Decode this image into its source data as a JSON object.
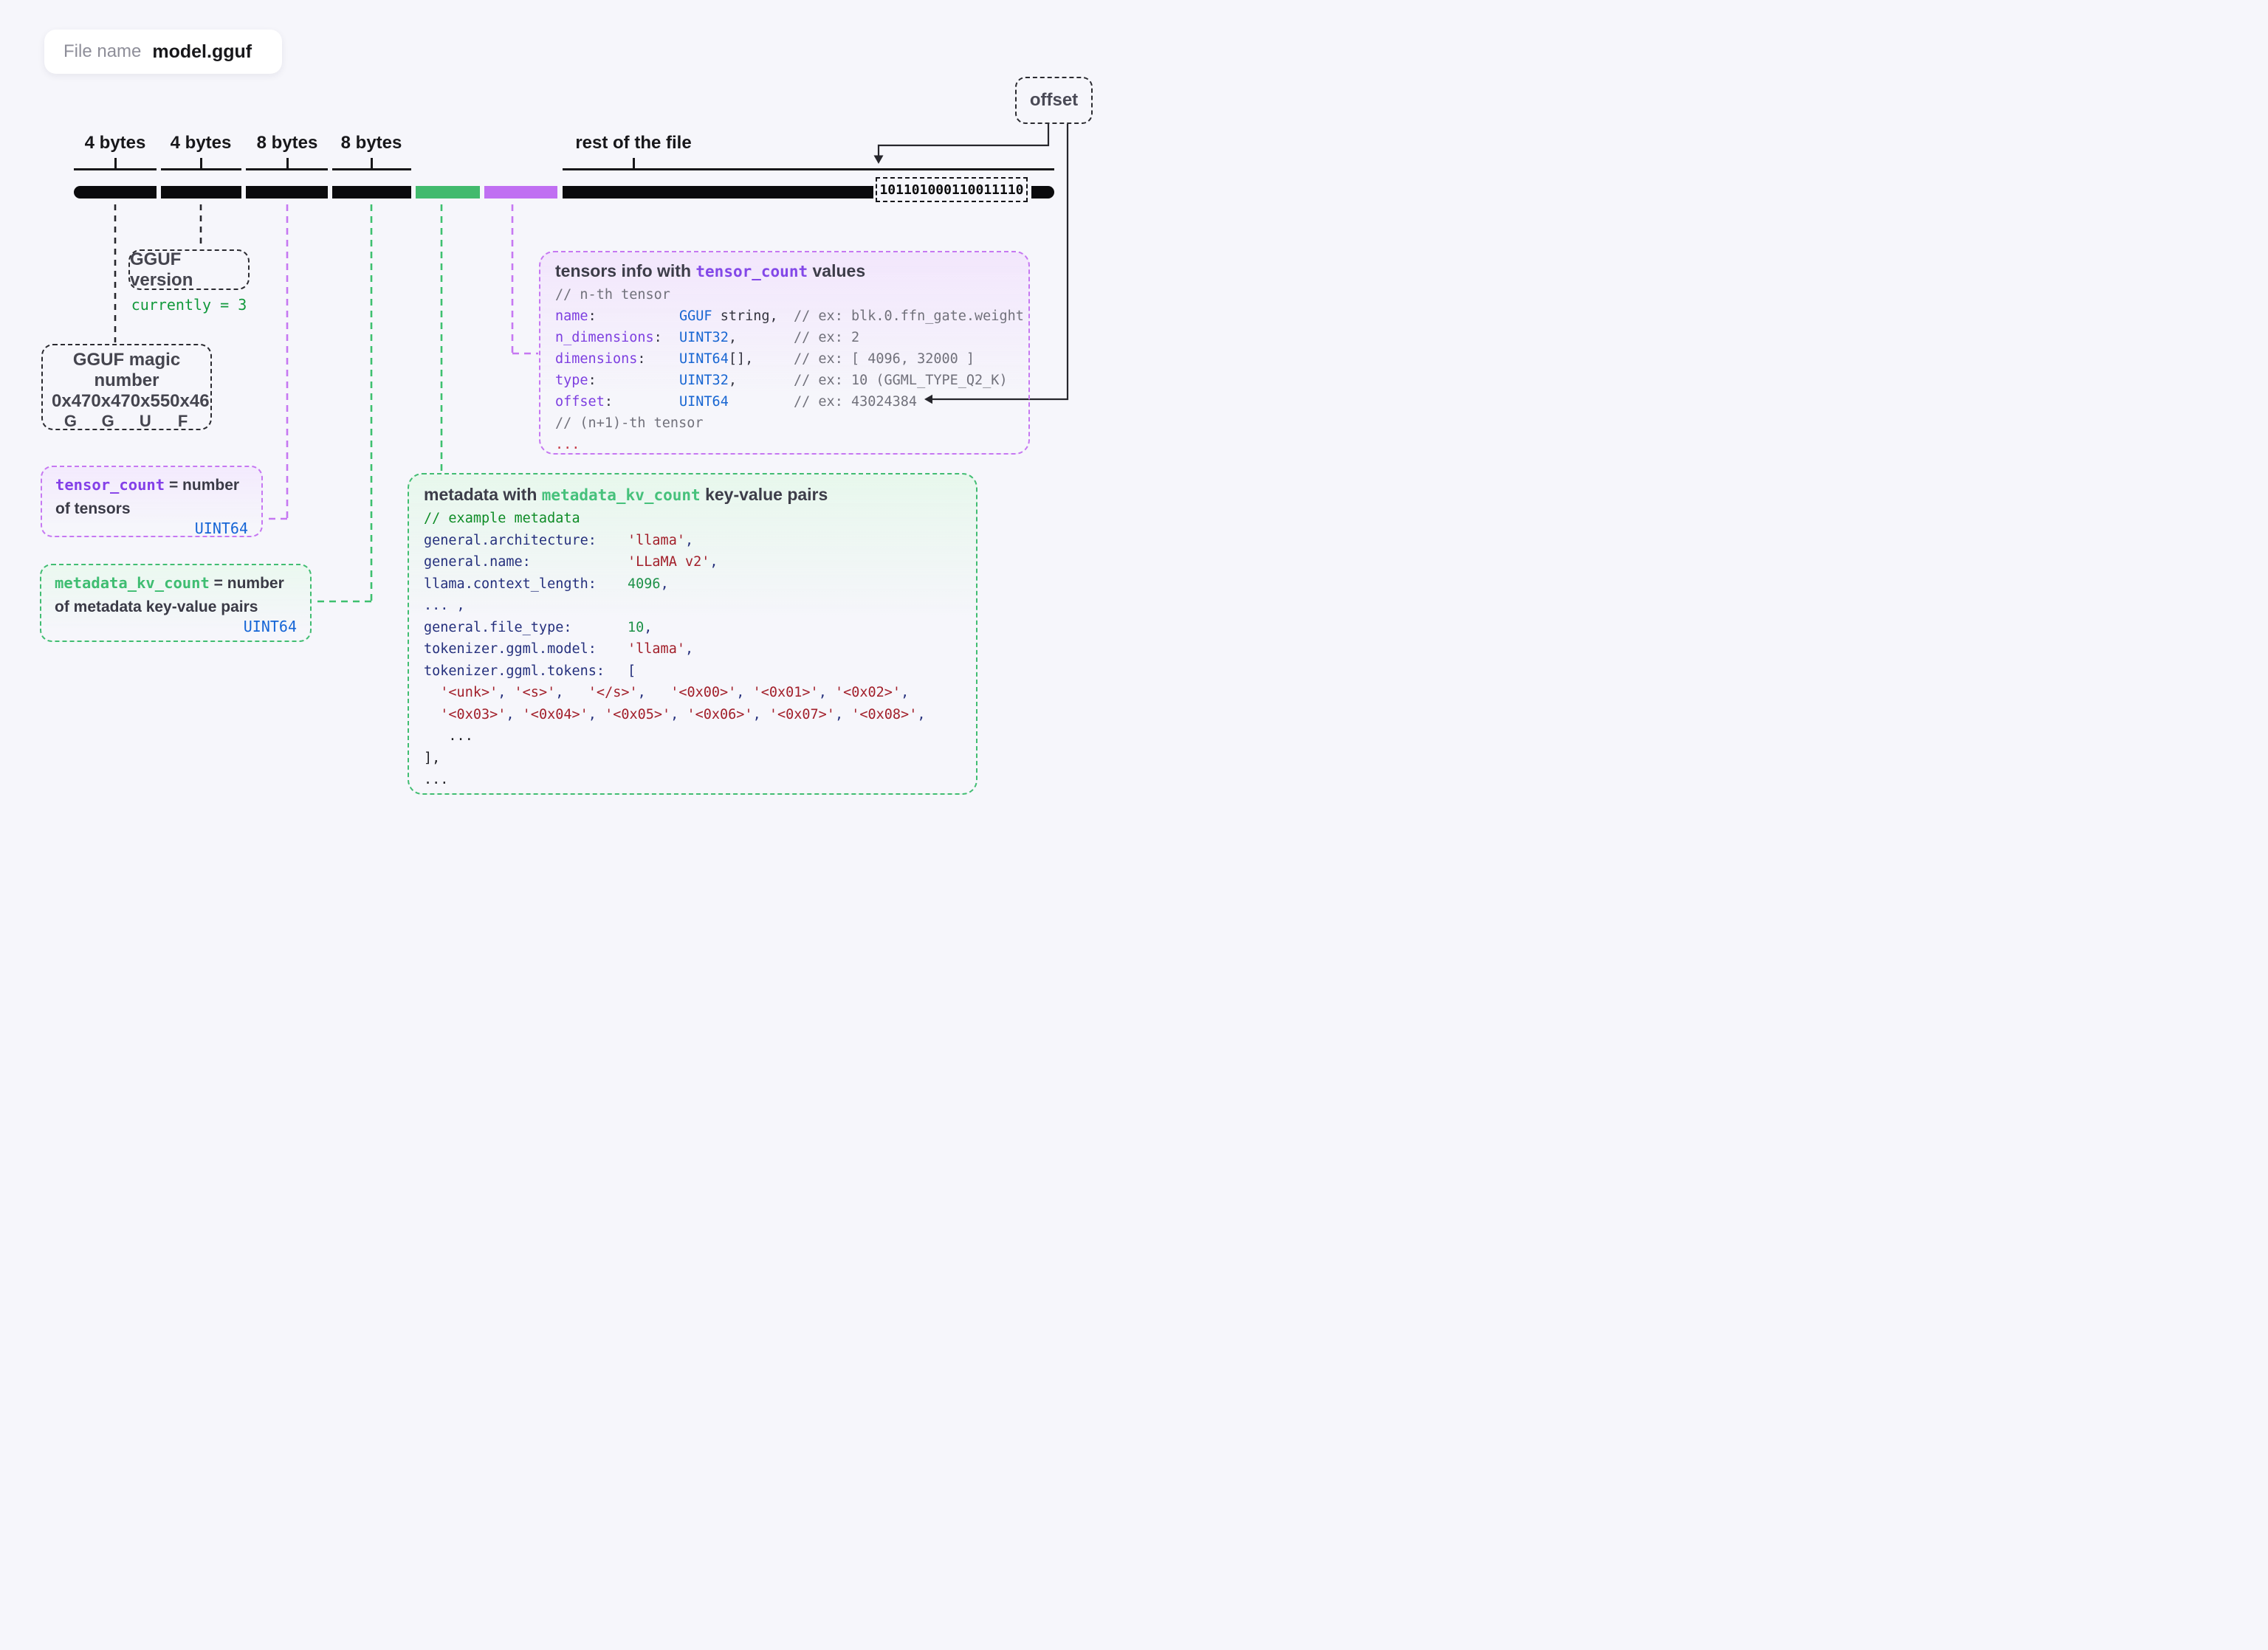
{
  "file_pill": {
    "label": "File name",
    "value": "model.gguf"
  },
  "bar": {
    "byte_labels": [
      "4 bytes",
      "4 bytes",
      "8 bytes",
      "8 bytes"
    ],
    "rest_label": "rest of the file",
    "binary": "101101000110011110",
    "offset_label": "offset"
  },
  "magic_box": {
    "title": "GGUF magic number",
    "hex": [
      "0x47",
      "0x47",
      "0x55",
      "0x46"
    ],
    "chars": [
      "G",
      "G",
      "U",
      "F"
    ]
  },
  "version_box": {
    "title": "GGUF version",
    "note": "currently = 3"
  },
  "tensor_count_box": {
    "name": "tensor_count",
    "eq": " = number",
    "line2": "of tensors",
    "type": "UINT64"
  },
  "kv_count_box": {
    "name": "metadata_kv_count",
    "eq": " = number",
    "line2": "of metadata key-value pairs",
    "type": "UINT64"
  },
  "tensors_box": {
    "title_pre": "tensors info with ",
    "title_code": "tensor_count",
    "title_post": " values",
    "rows": [
      {
        "segs": [
          [
            "// n-th tensor",
            "cm"
          ]
        ]
      },
      {
        "cols": [
          [
            [
              "name",
              "pk"
            ],
            [
              ":",
              "pc"
            ]
          ],
          [
            [
              "GGUF",
              "ty"
            ],
            [
              " string,",
              "pl"
            ]
          ],
          [
            [
              "// ex: blk.0.ffn_gate.weight",
              "cm"
            ]
          ]
        ]
      },
      {
        "cols": [
          [
            [
              "n_dimensions",
              "pk"
            ],
            [
              ":",
              "pc"
            ]
          ],
          [
            [
              "UINT32",
              "ty"
            ],
            [
              ",",
              "pl"
            ]
          ],
          [
            [
              "// ex: 2",
              "cm"
            ]
          ]
        ]
      },
      {
        "cols": [
          [
            [
              "dimensions",
              "pk"
            ],
            [
              ":",
              "pc"
            ]
          ],
          [
            [
              "UINT64",
              "ty"
            ],
            [
              "[],",
              "pl"
            ]
          ],
          [
            [
              "// ex: [ 4096, 32000 ]",
              "cm"
            ]
          ]
        ]
      },
      {
        "cols": [
          [
            [
              "type",
              "pk"
            ],
            [
              ":",
              "pc"
            ]
          ],
          [
            [
              "UINT32",
              "ty"
            ],
            [
              ",",
              "pl"
            ]
          ],
          [
            [
              "// ex: 10 (GGML_TYPE_Q2_K)",
              "cm"
            ]
          ]
        ]
      },
      {
        "cols": [
          [
            [
              "offset",
              "pk"
            ],
            [
              ":",
              "pc"
            ]
          ],
          [
            [
              "UINT64",
              "ty"
            ]
          ],
          [
            [
              "// ex: 43024384",
              "cm"
            ]
          ]
        ]
      },
      {
        "segs": [
          [
            "// (n+1)-th tensor",
            "cm"
          ]
        ]
      },
      {
        "segs": [
          [
            "...",
            "red"
          ]
        ]
      }
    ]
  },
  "metadata_box": {
    "title_pre": "metadata with ",
    "title_code": "metadata_kv_count",
    "title_post": " key-value pairs",
    "rows": [
      {
        "segs": [
          [
            "// example metadata",
            "gc"
          ]
        ]
      },
      {
        "cols": [
          [
            [
              "general.architecture:",
              "nk"
            ]
          ],
          [
            [
              "'llama'",
              "st"
            ],
            [
              ",",
              "nk"
            ]
          ]
        ]
      },
      {
        "cols": [
          [
            [
              "general.name:",
              "nk"
            ]
          ],
          [
            [
              "'LLaMA v2'",
              "st"
            ],
            [
              ",",
              "nk"
            ]
          ]
        ]
      },
      {
        "cols": [
          [
            [
              "llama.context_length:",
              "nk"
            ]
          ],
          [
            [
              "4096",
              "num"
            ],
            [
              ",",
              "nk"
            ]
          ]
        ]
      },
      {
        "segs": [
          [
            "... ,",
            "nk"
          ]
        ]
      },
      {
        "cols": [
          [
            [
              "general.file_type:",
              "nk"
            ]
          ],
          [
            [
              "10",
              "num"
            ],
            [
              ",",
              "nk"
            ]
          ]
        ]
      },
      {
        "cols": [
          [
            [
              "tokenizer.ggml.model:",
              "nk"
            ]
          ],
          [
            [
              "'llama'",
              "st"
            ],
            [
              ",",
              "nk"
            ]
          ]
        ]
      },
      {
        "cols": [
          [
            [
              "tokenizer.ggml.tokens:",
              "nk"
            ]
          ],
          [
            [
              "[",
              "nk"
            ]
          ]
        ]
      },
      {
        "segs": [
          [
            "  ",
            "pl"
          ],
          [
            "'<unk>'",
            "st"
          ],
          [
            ", ",
            "nk"
          ],
          [
            "'<s>'",
            "st"
          ],
          [
            ",   ",
            "nk"
          ],
          [
            "'</s>'",
            "st"
          ],
          [
            ",   ",
            "nk"
          ],
          [
            "'<0x00>'",
            "st"
          ],
          [
            ", ",
            "nk"
          ],
          [
            "'<0x01>'",
            "st"
          ],
          [
            ", ",
            "nk"
          ],
          [
            "'<0x02>'",
            "st"
          ],
          [
            ",",
            "nk"
          ]
        ]
      },
      {
        "segs": [
          [
            "  ",
            "pl"
          ],
          [
            "'<0x03>'",
            "st"
          ],
          [
            ", ",
            "nk"
          ],
          [
            "'<0x04>'",
            "st"
          ],
          [
            ", ",
            "nk"
          ],
          [
            "'<0x05>'",
            "st"
          ],
          [
            ", ",
            "nk"
          ],
          [
            "'<0x06>'",
            "st"
          ],
          [
            ", ",
            "nk"
          ],
          [
            "'<0x07>'",
            "st"
          ],
          [
            ", ",
            "nk"
          ],
          [
            "'<0x08>'",
            "st"
          ],
          [
            ",",
            "nk"
          ]
        ]
      },
      {
        "segs": [
          [
            "   ...",
            "dk"
          ]
        ]
      },
      {
        "segs": [
          [
            "],",
            "dk"
          ]
        ]
      },
      {
        "segs": [
          [
            "...",
            "dk"
          ]
        ]
      }
    ]
  },
  "colors": {
    "background": "#f6f6fb",
    "bar_black": "#0b0b0d",
    "accent_green_segment": "#42ba6d",
    "accent_purple_segment": "#c06ff2",
    "dashed_purple": "#c678f2",
    "dashed_green": "#41bd72",
    "type_blue": "#1866d2",
    "key_purple": "#7d3fe0",
    "key_navy": "#25307d",
    "string_red": "#a21f2a",
    "number_green": "#1d9148",
    "comment_gray": "#71717b"
  }
}
